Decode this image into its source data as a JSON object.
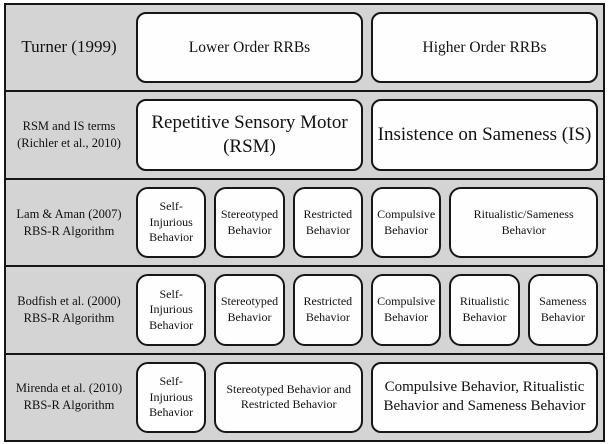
{
  "colors": {
    "page_background": "#ffffff",
    "table_background": "#d4d4d4",
    "border": "#161616",
    "box_background": "#fefefe"
  },
  "rows": [
    {
      "label_line1": "Turner (1999)",
      "label_line2": "",
      "boxes": [
        {
          "text": "Lower Order RRBs"
        },
        {
          "text": "Higher Order RRBs"
        }
      ]
    },
    {
      "label_line1": "RSM and IS terms",
      "label_line2": "(Richler et al., 2010)",
      "boxes": [
        {
          "text": "Repetitive Sensory Motor (RSM)"
        },
        {
          "text": "Insistence on Sameness (IS)"
        }
      ]
    },
    {
      "label_line1": "Lam & Aman (2007)",
      "label_line2": "RBS-R Algorithm",
      "boxes": [
        {
          "text": "Self-Injurious Behavior"
        },
        {
          "text": "Stereotyped Behavior"
        },
        {
          "text": "Restricted Behavior"
        },
        {
          "text": "Compulsive Behavior"
        },
        {
          "text": "Ritualistic/Sameness Behavior"
        }
      ]
    },
    {
      "label_line1": "Bodfish et al. (2000)",
      "label_line2": "RBS-R Algorithm",
      "boxes": [
        {
          "text": "Self-Injurious Behavior"
        },
        {
          "text": "Stereotyped Behavior"
        },
        {
          "text": "Restricted Behavior"
        },
        {
          "text": "Compulsive Behavior"
        },
        {
          "text": "Ritualistic Behavior"
        },
        {
          "text": "Sameness Behavior"
        }
      ]
    },
    {
      "label_line1": "Mirenda et al. (2010)",
      "label_line2": "RBS-R Algorithm",
      "boxes": [
        {
          "text": "Self-Injurious Behavior"
        },
        {
          "text": "Stereotyped Behavior and Restricted Behavior"
        },
        {
          "text": "Compulsive Behavior, Ritualistic Behavior and Sameness Behavior"
        }
      ]
    }
  ]
}
